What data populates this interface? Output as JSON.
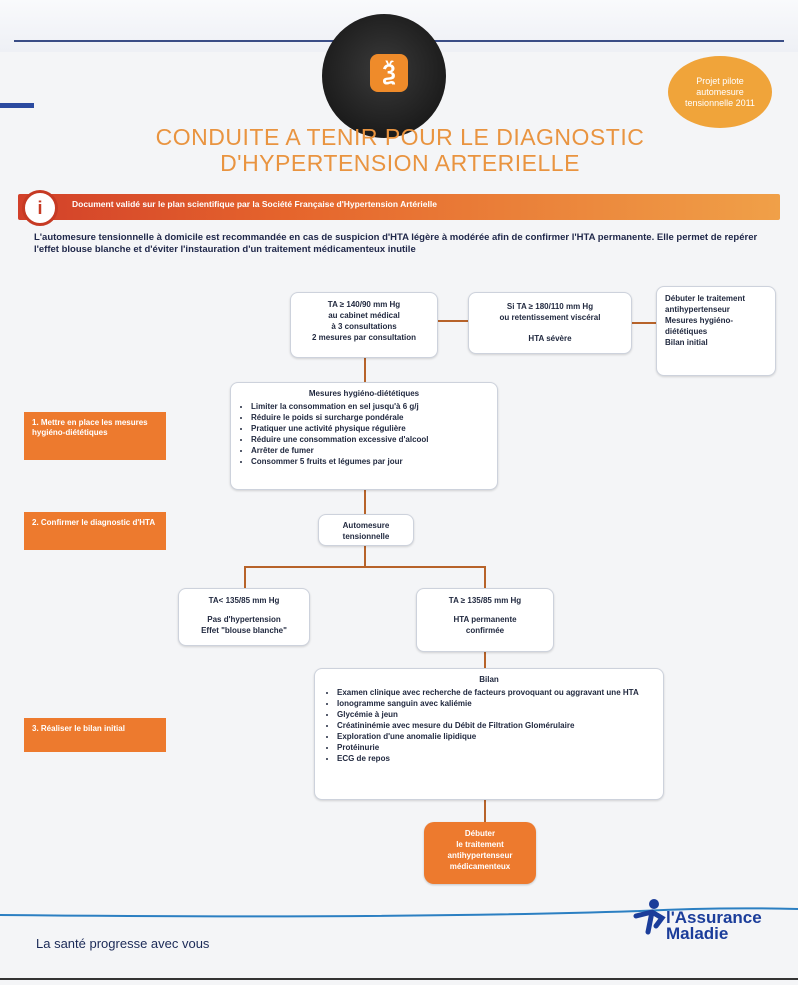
{
  "header": {
    "logo_glyph": "Ѯ",
    "project_badge": "Projet pilote automesure tensionnelle 2011"
  },
  "title": {
    "line1": "CONDUITE A TENIR POUR LE DIAGNOSTIC",
    "line2": "D'HYPERTENSION ARTERIELLE"
  },
  "info": {
    "icon": "info-icon",
    "icon_glyph": "i",
    "text": "Document validé sur le plan scientifique par la Société Française d'Hypertension Artérielle"
  },
  "intro": "L'automesure tensionnelle à domicile est recommandée en cas de suspicion d'HTA légère à modérée afin de confirmer l'HTA permanente. Elle permet de repérer l'effet blouse blanche et d'éviter l'instauration d'un traitement médicamenteux inutile",
  "boxes": {
    "ta_suspected": [
      "TA ≥ 140/90 mm Hg",
      "au cabinet médical",
      "à 3 consultations",
      "2 mesures par consultation"
    ],
    "ta_severe": [
      "Si TA ≥ 180/110 mm Hg",
      "ou retentissement viscéral",
      "HTA sévère"
    ],
    "ta_severe_actions": [
      "Débuter le traitement antihypertenseur",
      "Mesures hygiéno-diététiques",
      "Bilan initial"
    ],
    "hygiene_title": "Mesures hygiéno-diététiques",
    "hygiene_items": [
      "Limiter la consommation en sel jusqu'à 6 g/j",
      "Réduire le poids si surcharge pondérale",
      "Pratiquer une activité physique régulière",
      "Réduire une consommation excessive d'alcool",
      "Arrêter de fumer",
      "Consommer 5 fruits et légumes par jour"
    ],
    "automesure": [
      "Automesure",
      "tensionnelle"
    ],
    "ta_normal": [
      "TA< 135/85 mm Hg",
      "Pas d'hypertension",
      "Effet \"blouse blanche\""
    ],
    "ta_high": [
      "TA ≥ 135/85 mm Hg",
      "HTA permanente",
      "confirmée"
    ],
    "bilan_title": "Bilan",
    "bilan_items": [
      "Examen clinique avec recherche de facteurs provoquant ou aggravant une HTA",
      "Ionogramme sanguin avec kaliémie",
      "Glycémie à jeun",
      "Créatininémie avec mesure du Débit de Filtration Glomérulaire",
      "Exploration d'une anomalie lipidique",
      "Protéinurie",
      "ECG de repos"
    ],
    "final": [
      "Débuter",
      "le traitement",
      "antihypertenseur",
      "médicamenteux"
    ]
  },
  "steps": [
    "1. Mettre en place les mesures hygiéno-diététiques",
    "2. Confirmer le diagnostic d'HTA",
    "3. Réaliser le bilan initial"
  ],
  "footer": {
    "tagline": "La santé progresse avec vous",
    "brand_line1": "l'Assurance",
    "brand_line2": "Maladie",
    "brand_icon": "runner-icon"
  }
}
